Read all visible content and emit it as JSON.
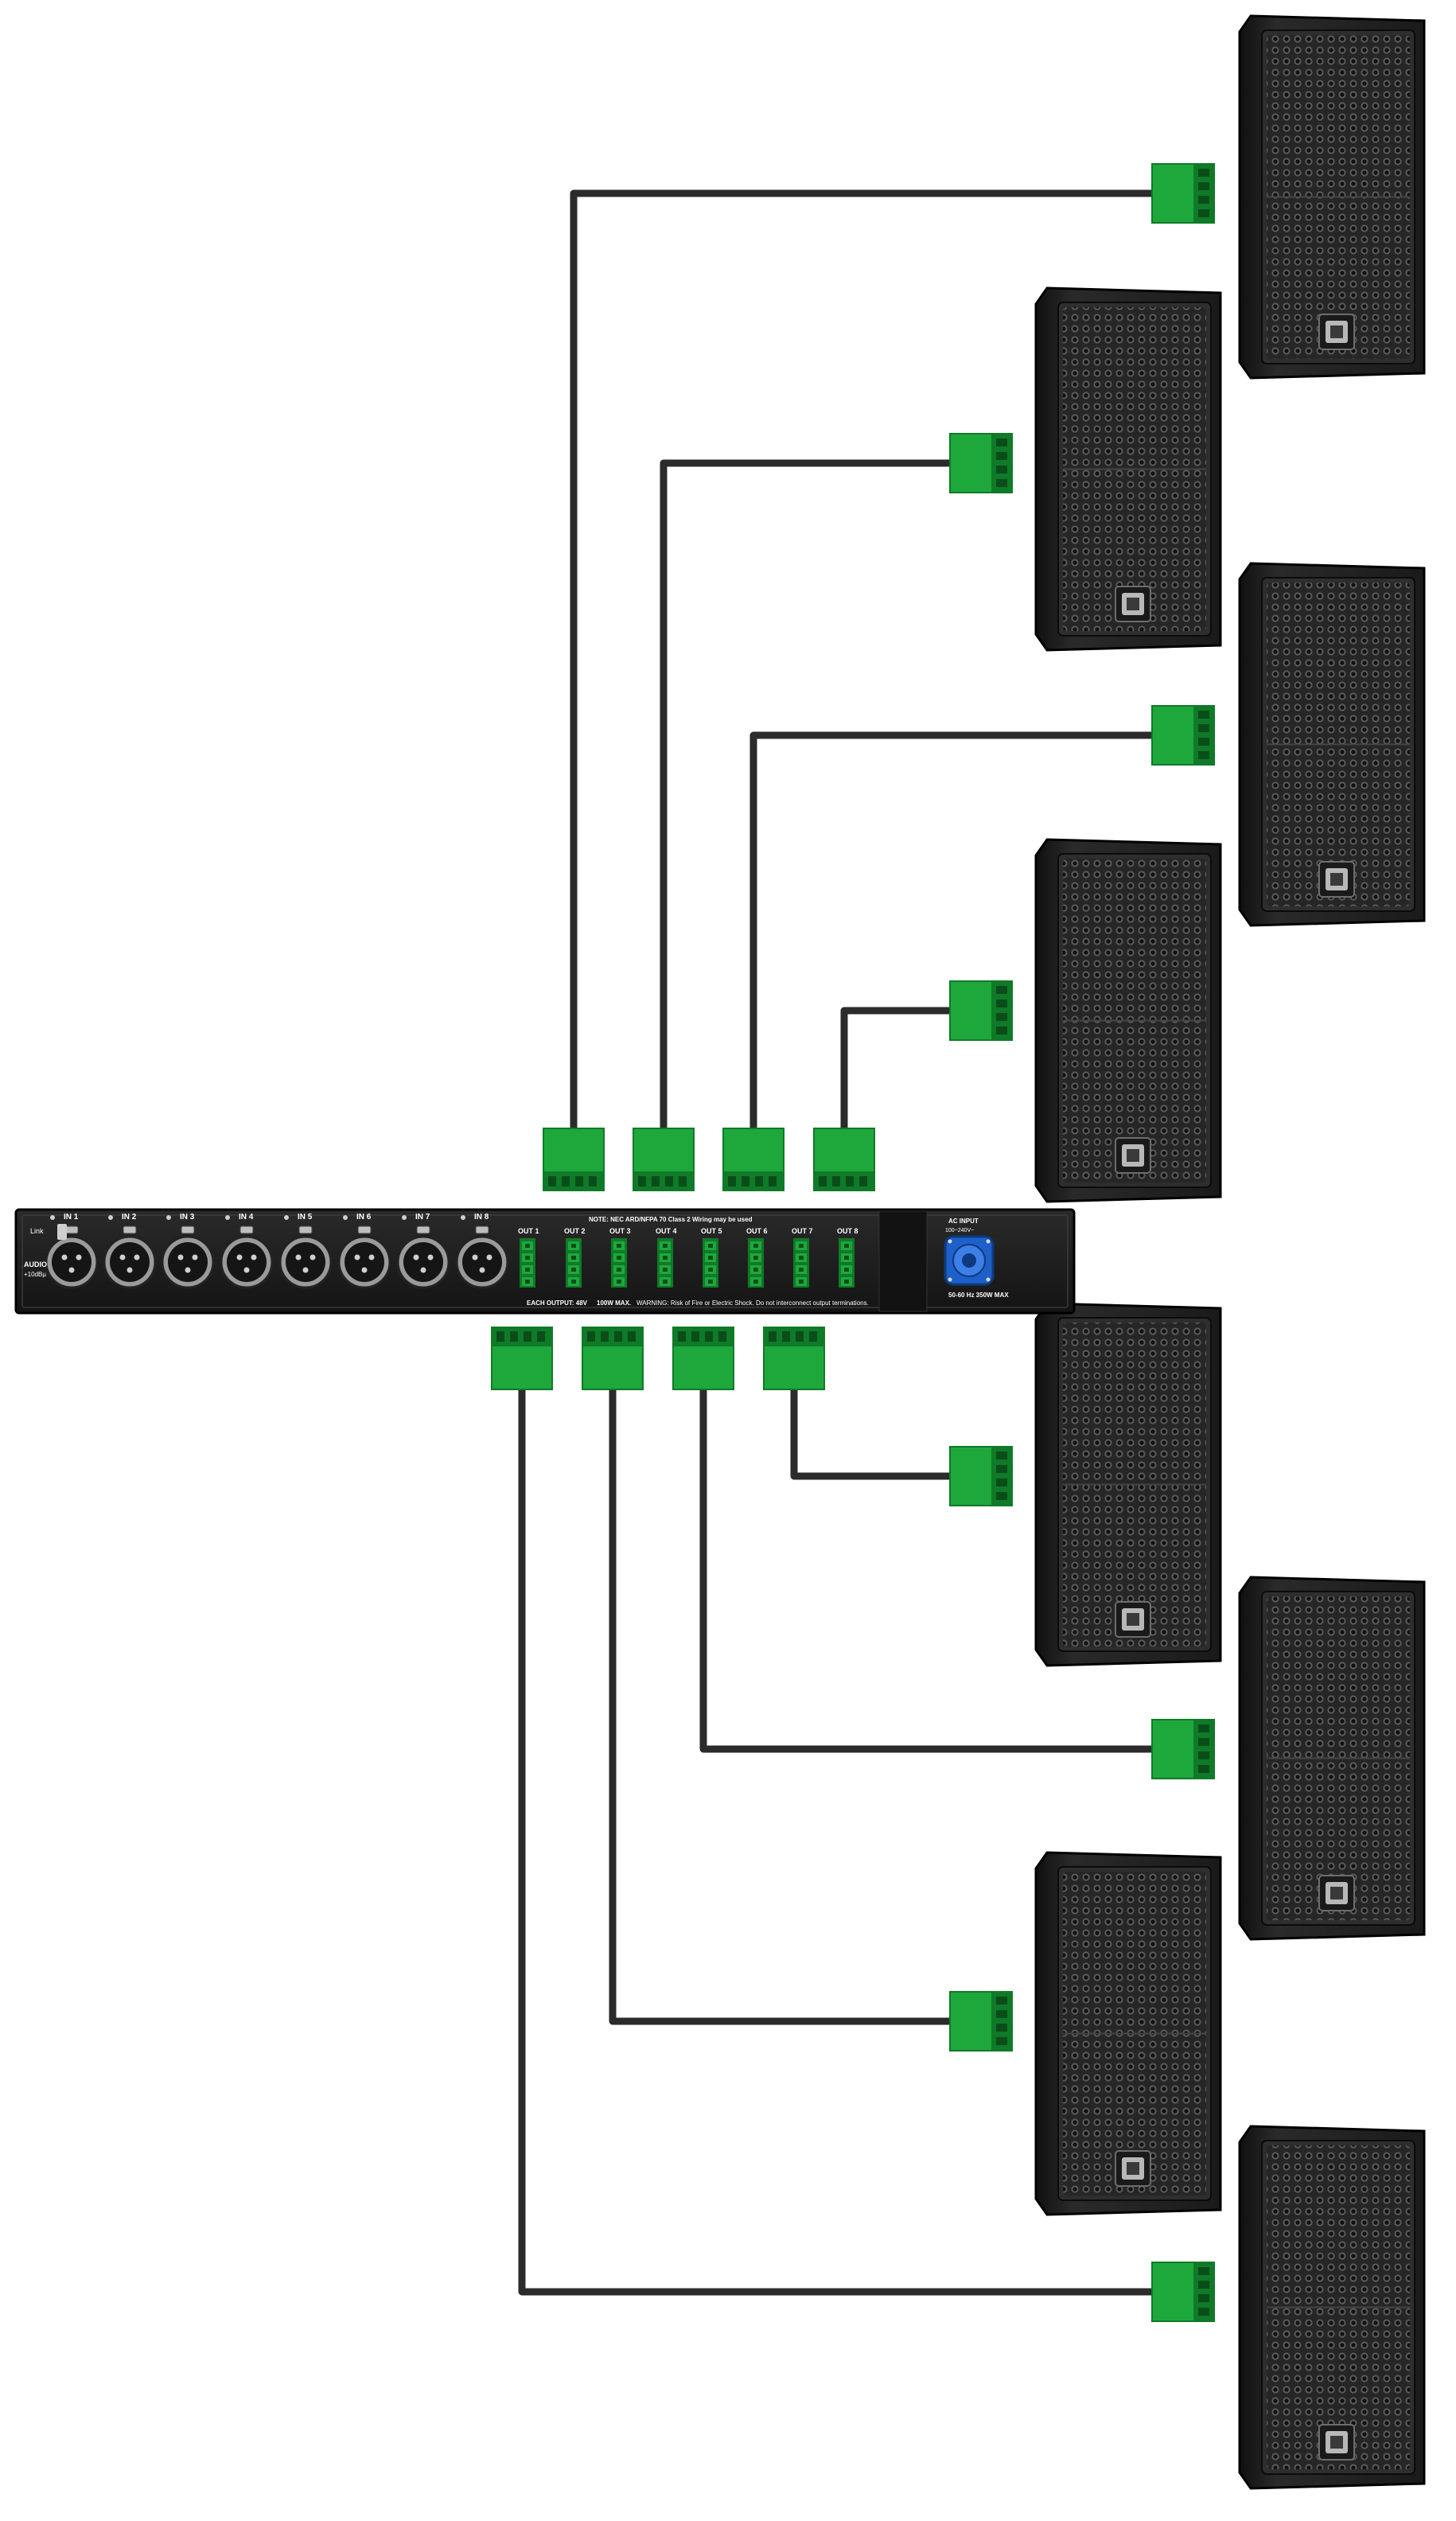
{
  "colors": {
    "wire": "#2b2b2b",
    "connector_green": "#1ea83c",
    "connector_dark": "#0f7a28",
    "panel": "#1b1b1b",
    "speaker_body": "#1f1f1f",
    "power_blue": "#1e5fc8"
  },
  "amplifier": {
    "inputs": [
      "IN 1",
      "IN 2",
      "IN 3",
      "IN 4",
      "IN 5",
      "IN 6",
      "IN 7",
      "IN 8"
    ],
    "outputs": [
      "OUT 1",
      "OUT 2",
      "OUT 3",
      "OUT 4",
      "OUT 5",
      "OUT 6",
      "OUT 7",
      "OUT 8"
    ],
    "link_label": "Link",
    "audio_label": "AUDIO",
    "audio_sub": "+10dBµ",
    "note": "NOTE: NEC ARD/NFPA 70   Class 2 Wiring may be used",
    "each_output": "EACH OUTPUT: 48V",
    "max_power": "100W MAX.",
    "warning": "WARNING: Risk of Fire or Electric Shock. Do not interconnect output terminations.",
    "ac_input": "AC INPUT",
    "ac_voltage": "100~240V~",
    "ac_freq": "50-60 Hz  350W MAX",
    "icons": [
      "xlr-input-connector-icon",
      "phoenix-output-terminal-icon",
      "powercon-inlet-icon",
      "speaker-grille-icon"
    ]
  }
}
